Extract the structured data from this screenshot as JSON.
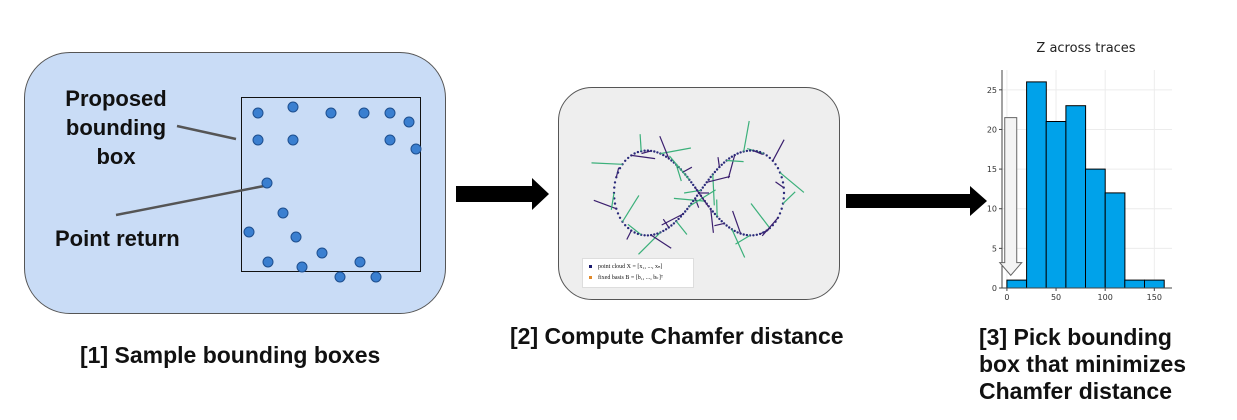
{
  "panel1": {
    "proposed_label": [
      "Proposed",
      "bounding",
      "box"
    ],
    "point_label": "Point return",
    "caption": "[1] Sample bounding boxes"
  },
  "panel2": {
    "caption": "[2] Compute Chamfer distance",
    "legend": [
      {
        "text": "point cloud X = [x₁, ..., xₙ]",
        "color": "#1a1a6e"
      },
      {
        "text": "fixed basis B = [b₁, ..., bₖ]ᵀ",
        "color": "#e08a2c"
      }
    ]
  },
  "panel3": {
    "caption": [
      "[3] Pick bounding",
      "box that minimizes",
      "Chamfer distance"
    ]
  },
  "colors": {
    "panel_blue": "#c9dcf6",
    "point_blue": "#3a7fd0",
    "bar_blue": "#00a2ea"
  },
  "chart_data": {
    "type": "bar",
    "title": "Z across traces",
    "bin_edges": [
      0,
      20,
      40,
      60,
      80,
      100,
      120,
      140,
      160
    ],
    "values": [
      1,
      26,
      21,
      23,
      15,
      12,
      1,
      1
    ],
    "xticks": [
      0,
      50,
      100,
      150
    ],
    "yticks": [
      0,
      5,
      10,
      15,
      20,
      25
    ],
    "xlim": [
      -5,
      168
    ],
    "ylim": [
      0,
      27.5
    ],
    "annotation": "downward arrow pointing to lowest bin"
  }
}
